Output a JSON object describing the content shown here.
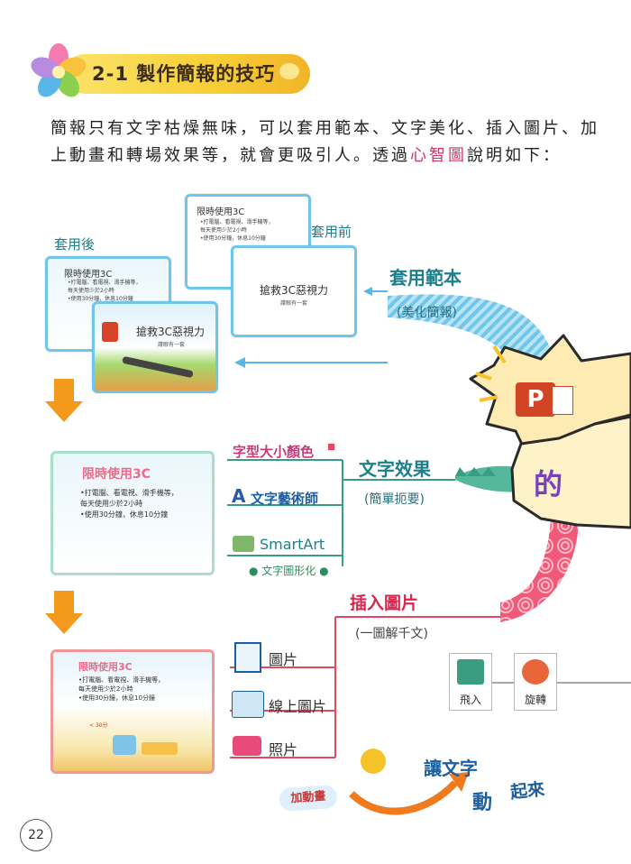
{
  "header": {
    "title": "2-1 製作簡報的技巧"
  },
  "intro": {
    "line1": "簡報只有文字枯燥無味，可以套用範本、文字美化、插入圖片、加",
    "line2_a": "上動畫和轉場效果等，就會更吸引人。透過",
    "line2_hl": "心智圖",
    "line2_b": "說明如下："
  },
  "template_section": {
    "before_label": "套用前",
    "after_label": "套用後",
    "branch_title": "套用範本",
    "branch_note": "(美化簡報)",
    "slide_title": "限時使用3C",
    "slide_bullets": [
      "•打電腦、看電視、滑手機等，",
      "  每天使用少於2小時",
      "•使用30分鐘，休息10分鐘"
    ],
    "cover_title": "搶救3C惡視力",
    "cover_sub": "護眼有一套"
  },
  "text_section": {
    "branch_title": "文字效果",
    "branch_note": "(簡單扼要)",
    "option1": "字型大小顏色",
    "option2": "文字藝術師",
    "option3": "SmartArt",
    "option3_note": "● 文字圖形化 ●",
    "slide_title": "限時使用3C",
    "slide_bullets": [
      "•打電腦、看電視、滑手機等，",
      "  每天使用少於2小時",
      "•使用30分鐘，休息10分鐘"
    ]
  },
  "picture_section": {
    "branch_title": "插入圖片",
    "branch_note": "(一圖解千文)",
    "item1": "圖片",
    "item2": "線上圖片",
    "item3": "照片",
    "slide_title": "限時使用3C",
    "slide_bullets": [
      "•打電腦、看電視、滑手機等，",
      "  每天使用少於2小時",
      "•使用30分鐘，休息10分鐘"
    ],
    "clock_label": "< 30分"
  },
  "animation_section": {
    "tile1": "飛入",
    "tile2": "旋轉",
    "add_anim": "加動畫",
    "slogan1": "讓文字",
    "slogan2": "動",
    "slogan3": "起來"
  },
  "center": {
    "char": "的",
    "app_letter": "P"
  },
  "page_number": "22",
  "colors": {
    "teal": "#1b7f8c",
    "red": "#d8264c",
    "banner": "#f6cf35",
    "highlight": "#d6336c",
    "orange_arrow": "#f39a1c"
  }
}
